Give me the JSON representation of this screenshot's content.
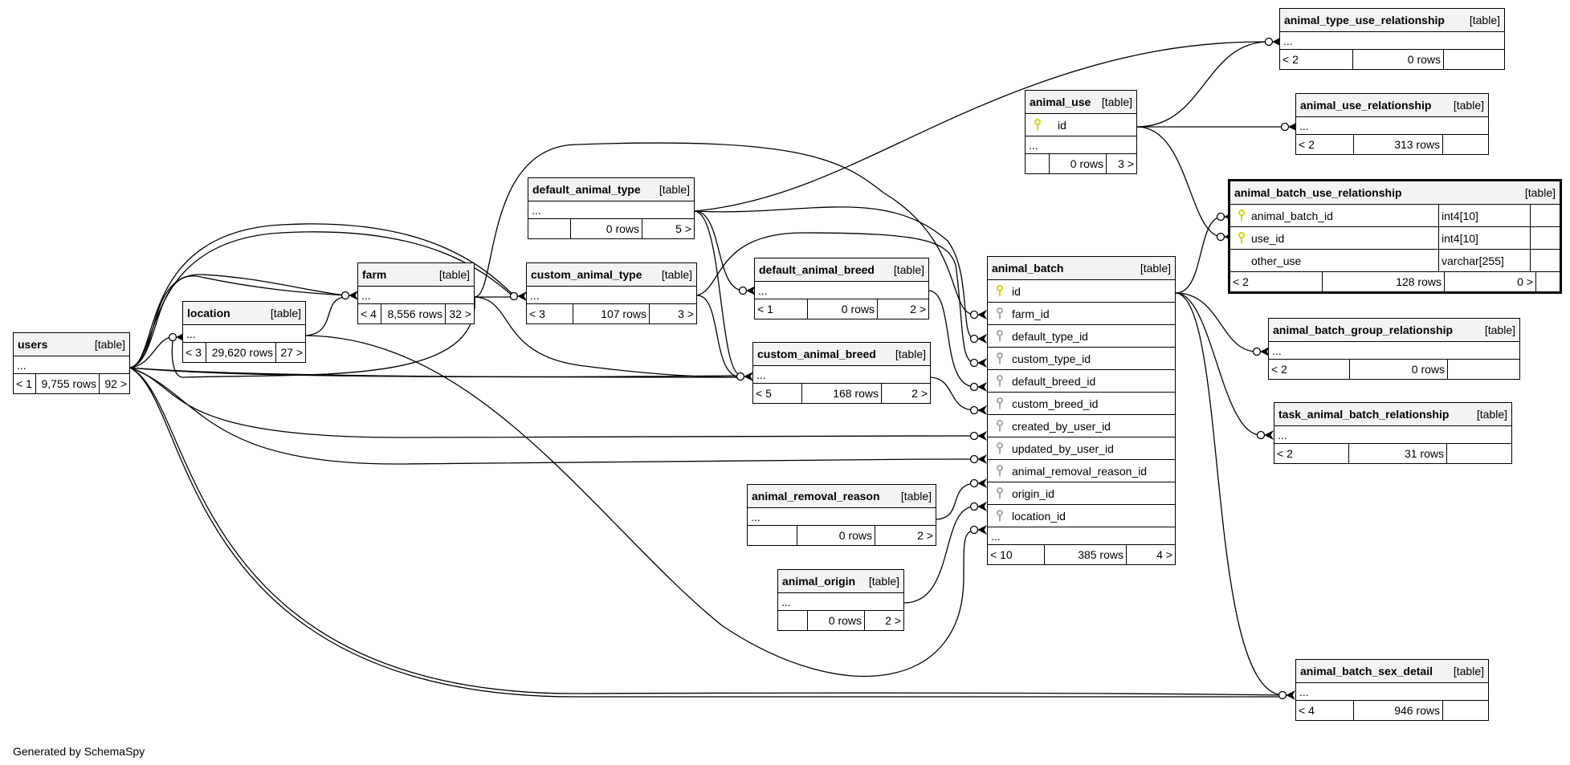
{
  "footer": "Generated by SchemaSpy",
  "colors": {
    "pk_key": "#d6d600",
    "fk_key": "#a8a8a8",
    "header_bg": "#f3f3f3",
    "line": "#000000"
  },
  "tables": {
    "users": {
      "name": "users",
      "kind": "[table]",
      "columns_more": "...",
      "parents": "< 1",
      "rows": "9,755 rows",
      "children": "92 >"
    },
    "location": {
      "name": "location",
      "kind": "[table]",
      "columns_more": "...",
      "parents": "< 3",
      "rows": "29,620 rows",
      "children": "27 >"
    },
    "farm": {
      "name": "farm",
      "kind": "[table]",
      "columns_more": "...",
      "parents": "< 4",
      "rows": "8,556 rows",
      "children": "32 >"
    },
    "default_animal_type": {
      "name": "default_animal_type",
      "kind": "[table]",
      "columns_more": "...",
      "parents": "",
      "rows": "0 rows",
      "children": "5 >"
    },
    "custom_animal_type": {
      "name": "custom_animal_type",
      "kind": "[table]",
      "columns_more": "...",
      "parents": "< 3",
      "rows": "107 rows",
      "children": "3 >"
    },
    "default_animal_breed": {
      "name": "default_animal_breed",
      "kind": "[table]",
      "columns_more": "...",
      "parents": "< 1",
      "rows": "0 rows",
      "children": "2 >"
    },
    "custom_animal_breed": {
      "name": "custom_animal_breed",
      "kind": "[table]",
      "columns_more": "...",
      "parents": "< 5",
      "rows": "168 rows",
      "children": "2 >"
    },
    "animal_removal_reason": {
      "name": "animal_removal_reason",
      "kind": "[table]",
      "columns_more": "...",
      "parents": "",
      "rows": "0 rows",
      "children": "2 >"
    },
    "animal_origin": {
      "name": "animal_origin",
      "kind": "[table]",
      "columns_more": "...",
      "parents": "",
      "rows": "0 rows",
      "children": "2 >"
    },
    "animal_use": {
      "name": "animal_use",
      "kind": "[table]",
      "columns": [
        {
          "name": "id",
          "key": "pk"
        }
      ],
      "columns_more": "...",
      "parents": "",
      "rows": "0 rows",
      "children": "3 >"
    },
    "animal_batch": {
      "name": "animal_batch",
      "kind": "[table]",
      "columns": [
        {
          "name": "id",
          "key": "pk"
        },
        {
          "name": "farm_id",
          "key": "fk"
        },
        {
          "name": "default_type_id",
          "key": "fk"
        },
        {
          "name": "custom_type_id",
          "key": "fk"
        },
        {
          "name": "default_breed_id",
          "key": "fk"
        },
        {
          "name": "custom_breed_id",
          "key": "fk"
        },
        {
          "name": "created_by_user_id",
          "key": "fk"
        },
        {
          "name": "updated_by_user_id",
          "key": "fk"
        },
        {
          "name": "animal_removal_reason_id",
          "key": "fk"
        },
        {
          "name": "origin_id",
          "key": "fk"
        },
        {
          "name": "location_id",
          "key": "fk"
        }
      ],
      "columns_more": "...",
      "parents": "< 10",
      "rows": "385 rows",
      "children": "4 >"
    },
    "animal_type_use_relationship": {
      "name": "animal_type_use_relationship",
      "kind": "[table]",
      "columns_more": "...",
      "parents": "< 2",
      "rows": "0 rows",
      "children": ""
    },
    "animal_use_relationship": {
      "name": "animal_use_relationship",
      "kind": "[table]",
      "columns_more": "...",
      "parents": "< 2",
      "rows": "313 rows",
      "children": ""
    },
    "animal_batch_use_relationship": {
      "name": "animal_batch_use_relationship",
      "kind": "[table]",
      "columns": [
        {
          "name": "animal_batch_id",
          "key": "pk",
          "type": "int4[10]"
        },
        {
          "name": "use_id",
          "key": "pk",
          "type": "int4[10]"
        },
        {
          "name": "other_use",
          "key": "",
          "type": "varchar[255]"
        }
      ],
      "parents": "< 2",
      "rows": "128 rows",
      "children": "0 >"
    },
    "animal_batch_group_relationship": {
      "name": "animal_batch_group_relationship",
      "kind": "[table]",
      "columns_more": "...",
      "parents": "< 2",
      "rows": "0 rows",
      "children": ""
    },
    "task_animal_batch_relationship": {
      "name": "task_animal_batch_relationship",
      "kind": "[table]",
      "columns_more": "...",
      "parents": "< 2",
      "rows": "31 rows",
      "children": ""
    },
    "animal_batch_sex_detail": {
      "name": "animal_batch_sex_detail",
      "kind": "[table]",
      "columns_more": "...",
      "parents": "< 4",
      "rows": "946 rows",
      "children": ""
    }
  },
  "relationships": [
    {
      "from": "users",
      "to": "location"
    },
    {
      "from": "users",
      "to": "farm"
    },
    {
      "from": "users",
      "to": "custom_animal_type"
    },
    {
      "from": "users",
      "to": "custom_animal_breed"
    },
    {
      "from": "users",
      "to": "animal_batch",
      "column": "created_by_user_id"
    },
    {
      "from": "users",
      "to": "animal_batch",
      "column": "updated_by_user_id"
    },
    {
      "from": "users",
      "to": "animal_batch_sex_detail"
    },
    {
      "from": "location",
      "to": "farm"
    },
    {
      "from": "location",
      "to": "animal_batch",
      "column": "location_id"
    },
    {
      "from": "farm",
      "to": "custom_animal_type"
    },
    {
      "from": "farm",
      "to": "custom_animal_breed"
    },
    {
      "from": "farm",
      "to": "animal_batch",
      "column": "farm_id"
    },
    {
      "from": "default_animal_type",
      "to": "default_animal_breed"
    },
    {
      "from": "default_animal_type",
      "to": "custom_animal_breed"
    },
    {
      "from": "default_animal_type",
      "to": "animal_batch",
      "column": "default_type_id"
    },
    {
      "from": "default_animal_type",
      "to": "animal_type_use_relationship"
    },
    {
      "from": "custom_animal_type",
      "to": "custom_animal_breed"
    },
    {
      "from": "custom_animal_type",
      "to": "animal_batch",
      "column": "custom_type_id"
    },
    {
      "from": "default_animal_breed",
      "to": "animal_batch",
      "column": "default_breed_id"
    },
    {
      "from": "custom_animal_breed",
      "to": "animal_batch",
      "column": "custom_breed_id"
    },
    {
      "from": "animal_removal_reason",
      "to": "animal_batch",
      "column": "animal_removal_reason_id"
    },
    {
      "from": "animal_origin",
      "to": "animal_batch",
      "column": "origin_id"
    },
    {
      "from": "animal_use",
      "to": "animal_type_use_relationship"
    },
    {
      "from": "animal_use",
      "to": "animal_use_relationship"
    },
    {
      "from": "animal_use",
      "to": "animal_batch_use_relationship",
      "column": "use_id"
    },
    {
      "from": "animal_batch",
      "to": "animal_batch_use_relationship",
      "column": "animal_batch_id"
    },
    {
      "from": "animal_batch",
      "to": "animal_batch_group_relationship"
    },
    {
      "from": "animal_batch",
      "to": "task_animal_batch_relationship"
    },
    {
      "from": "animal_batch",
      "to": "animal_batch_sex_detail"
    }
  ]
}
